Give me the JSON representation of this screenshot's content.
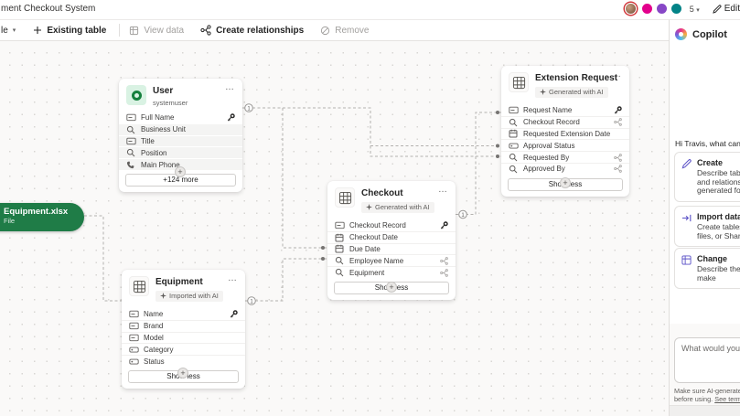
{
  "header": {
    "title": "ment Checkout System",
    "presence": {
      "count_label": "5",
      "avatar_colors": [
        "#e3008c",
        "#8747c6",
        "#038387"
      ]
    },
    "edit_label": "Edit"
  },
  "toolbar": {
    "items": [
      {
        "label": "le"
      },
      {
        "label": "Existing table"
      },
      {
        "label": "View data"
      },
      {
        "label": "Create relationships"
      },
      {
        "label": "Remove"
      }
    ]
  },
  "canvas": {
    "file_node": {
      "title": "Equipment.xlsx",
      "subtitle": "File",
      "color": "#1f7c47"
    },
    "cardinality_label": "1",
    "tables": [
      {
        "name": "User",
        "subtitle": "systemuser",
        "footer": "+124 more",
        "icon": "user-entity",
        "fields": [
          {
            "icon": "text",
            "label": "Full Name",
            "right": "key",
            "shaded": false
          },
          {
            "icon": "lookup",
            "label": "Business Unit",
            "shaded": true
          },
          {
            "icon": "text",
            "label": "Title",
            "shaded": true
          },
          {
            "icon": "lookup",
            "label": "Position",
            "shaded": true
          },
          {
            "icon": "phone",
            "label": "Main Phone",
            "shaded": true
          }
        ]
      },
      {
        "name": "Extension Request",
        "badge": "Generated with AI",
        "footer": "Show less",
        "icon": "table",
        "fields": [
          {
            "icon": "text",
            "label": "Request Name",
            "right": "key"
          },
          {
            "icon": "lookup",
            "label": "Checkout Record",
            "right": "rel"
          },
          {
            "icon": "date",
            "label": "Requested Extension Date"
          },
          {
            "icon": "choice",
            "label": "Approval Status"
          },
          {
            "icon": "lookup",
            "label": "Requested By",
            "right": "rel"
          },
          {
            "icon": "lookup",
            "label": "Approved By",
            "right": "rel"
          }
        ]
      },
      {
        "name": "Checkout",
        "badge": "Generated with AI",
        "footer": "Show less",
        "icon": "table",
        "fields": [
          {
            "icon": "text",
            "label": "Checkout Record",
            "right": "key"
          },
          {
            "icon": "date",
            "label": "Checkout Date"
          },
          {
            "icon": "date",
            "label": "Due Date"
          },
          {
            "icon": "lookup",
            "label": "Employee Name",
            "right": "rel"
          },
          {
            "icon": "lookup",
            "label": "Equipment",
            "right": "rel"
          }
        ]
      },
      {
        "name": "Equipment",
        "badge": "Imported with AI",
        "footer": "Show less",
        "icon": "table",
        "fields": [
          {
            "icon": "text",
            "label": "Name",
            "right": "key"
          },
          {
            "icon": "text",
            "label": "Brand"
          },
          {
            "icon": "text",
            "label": "Model"
          },
          {
            "icon": "choice",
            "label": "Category"
          },
          {
            "icon": "choice",
            "label": "Status"
          }
        ]
      }
    ],
    "relationships": [
      {
        "one": "User",
        "many": "Checkout.Employee Name"
      },
      {
        "one": "User",
        "many": "Extension Request.Requested By"
      },
      {
        "one": "User",
        "many": "Extension Request.Approved By"
      },
      {
        "one": "Checkout",
        "many": "Extension Request.Checkout Record"
      },
      {
        "one": "Equipment",
        "many": "Checkout.Equipment"
      },
      {
        "one": "Equipment.xlsx",
        "many": "Equipment"
      }
    ]
  },
  "copilot": {
    "title": "Copilot",
    "greeting": "Hi Travis, what can I he",
    "suggestions": [
      {
        "title": "Create",
        "lines": [
          "Describe tables,",
          "and relationship",
          "generated for yo"
        ]
      },
      {
        "title": "Import data",
        "lines": [
          "Create tables fro",
          "files, or Sharepo"
        ]
      },
      {
        "title": "Change",
        "lines": [
          "Describe the cha",
          "make"
        ]
      }
    ],
    "input_placeholder": "What would you like t",
    "disclaimer_line1": "Make sure AI-generated content i",
    "disclaimer_line2": "before using. ",
    "terms_link": "See terms"
  }
}
